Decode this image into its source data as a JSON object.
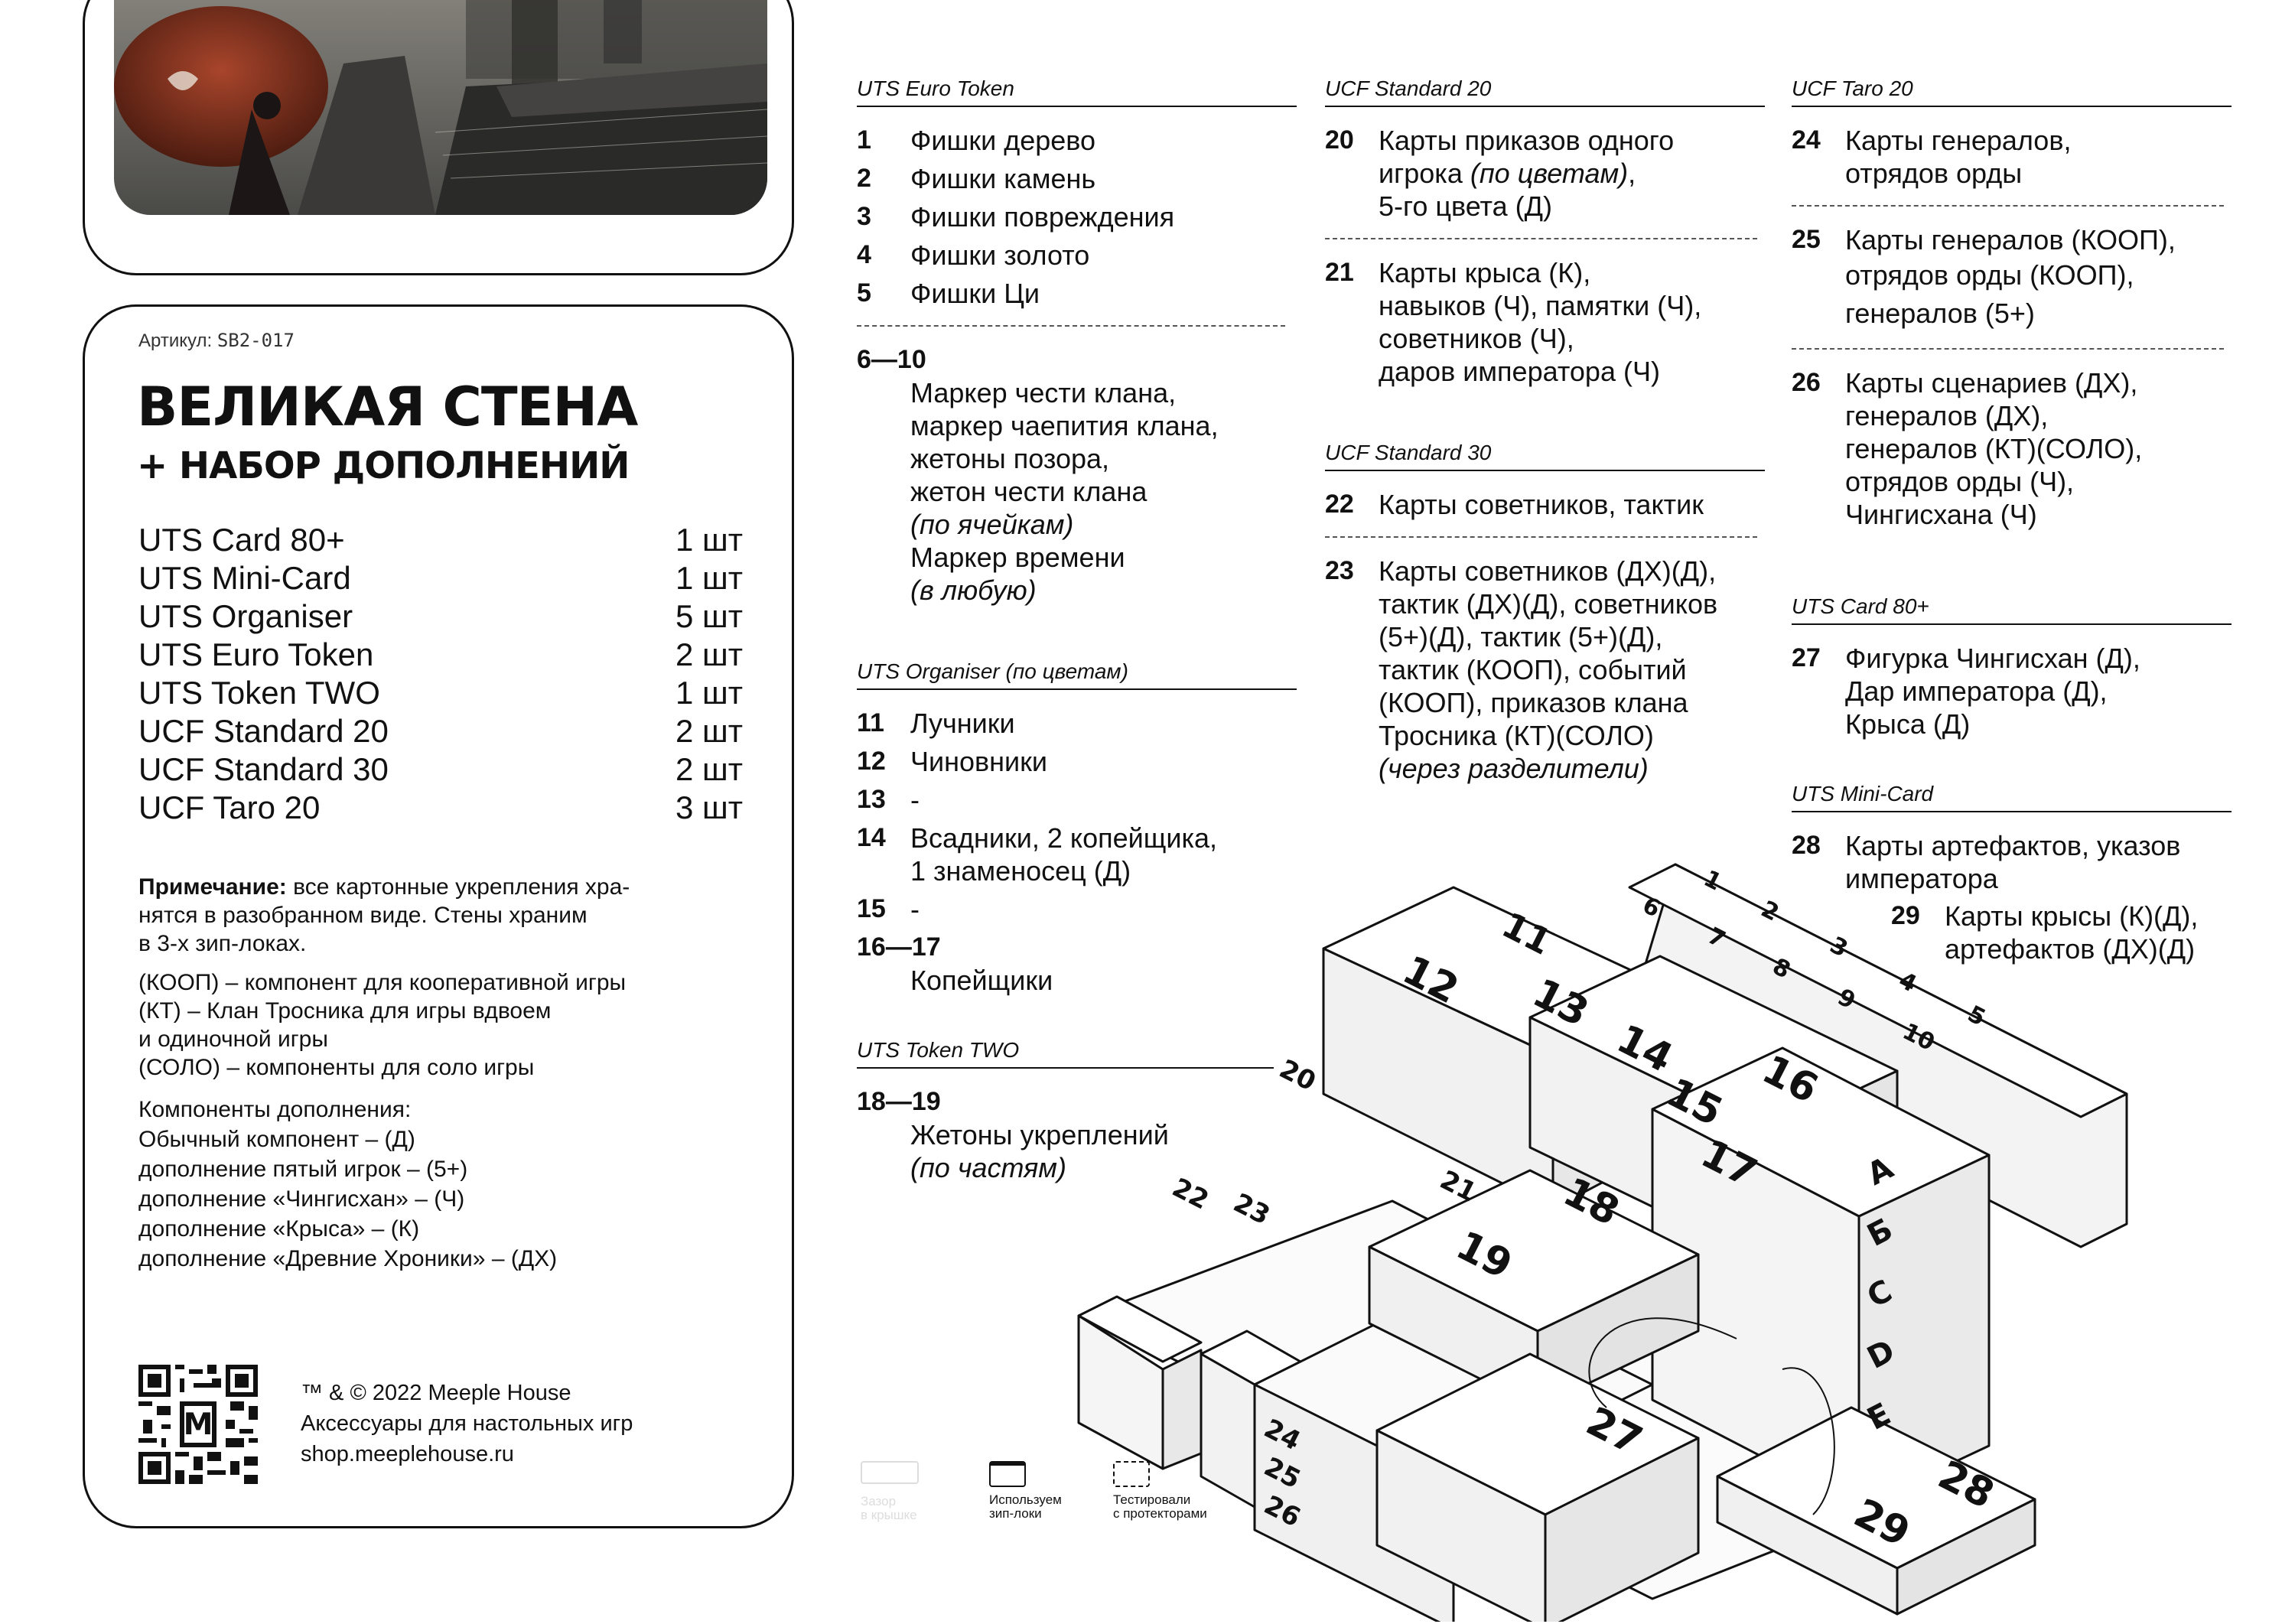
{
  "sku_label": "Артикул:",
  "sku_code": "SB2-017",
  "title_main": "ВЕЛИКАЯ СТЕНА",
  "title_sub": "+ НАБОР ДОПОЛНЕНИЙ",
  "contents": [
    {
      "name": "UTS Card 80+",
      "qty": "1 шт"
    },
    {
      "name": "UTS Mini-Card",
      "qty": "1 шт"
    },
    {
      "name": "UTS Organiser",
      "qty": "5 шт"
    },
    {
      "name": "UTS Euro Token",
      "qty": "2 шт"
    },
    {
      "name": "UTS Token TWO",
      "qty": "1 шт"
    },
    {
      "name": "UCF Standard 20",
      "qty": "2 шт"
    },
    {
      "name": "UCF Standard 30",
      "qty": "2 шт"
    },
    {
      "name": "UCF Taro 20",
      "qty": "3 шт"
    }
  ],
  "note_bold": "Примечание:",
  "note_text": "все картонные укрепления хра-",
  "note_line2": "нятся в разобранном виде. Стены храним",
  "note_line3": "в 3-х зип-локах.",
  "legend": [
    "(КООП) – компонент для кооперативной игры",
    "(КТ) – Клан Тросника для игры вдвоем",
    "и одиночной игры",
    "(СОЛО) – компоненты для соло игры"
  ],
  "addons_title": "Компоненты дополнения:",
  "addons": [
    "Обычный компонент – (Д)",
    "дополнение пятый игрок – (5+)",
    "дополнение «Чингисхан» – (Ч)",
    "дополнение «Крыса» – (К)",
    "дополнение «Древние Хроники» – (ДХ)"
  ],
  "footer": {
    "copyright": "™ & © 2022 Meeple House",
    "tagline": "Аксессуары для настольных игр",
    "site": "shop.meeplehouse.ru"
  },
  "euro_token": {
    "header": "UTS Euro Token",
    "items": [
      {
        "n": "1",
        "t": "Фишки дерево"
      },
      {
        "n": "2",
        "t": "Фишки камень"
      },
      {
        "n": "3",
        "t": "Фишки повреждения"
      },
      {
        "n": "4",
        "t": "Фишки золото"
      },
      {
        "n": "5",
        "t": "Фишки Ци"
      }
    ],
    "range_n": "6—10",
    "range_lines": [
      "Маркер чести клана,",
      "маркер чаепития клана,",
      "жетоны позора,",
      "жетон чести клана"
    ],
    "range_it1": "(по ячейкам)",
    "range_line5": "Маркер времени",
    "range_it2": "(в любую)"
  },
  "organiser": {
    "header": "UTS Organiser (по цветам)",
    "i11n": "11",
    "i11": "Лучники",
    "i12n": "12",
    "i12": "Чиновники",
    "i13n": "13",
    "i13": "-",
    "i14n": "14",
    "i14a": "Всадники, 2 копейщика,",
    "i14b": "1 знаменосец (Д)",
    "i15n": "15",
    "i15": "-",
    "i1617n": "16—17",
    "i1617": "Копейщики"
  },
  "token_two": {
    "header": "UTS Token TWO",
    "n": "18—19",
    "t": "Жетоны укреплений",
    "it": "(по частям)"
  },
  "std20": {
    "header": "UCF Standard 20",
    "i20n": "20",
    "i20a": "Карты приказов одного",
    "i20b": "игрока",
    "i20it": "(по цветам)",
    "i20comma": ",",
    "i20c": "5-го цвета (Д)",
    "i21n": "21",
    "i21": [
      "Карты крыса (К),",
      "навыков (Ч), памятки (Ч),",
      "советников (Ч),",
      "даров императора (Ч)"
    ]
  },
  "std30": {
    "header": "UCF Standard 30",
    "i22n": "22",
    "i22": "Карты советников, тактик",
    "i23n": "23",
    "i23": [
      "Карты советников (ДХ)(Д),",
      "тактик (ДХ)(Д), советников",
      "(5+)(Д), тактик (5+)(Д),",
      "тактик (КООП), событий",
      "(КООП), приказов клана",
      "Тросника (КТ)(СОЛО)"
    ],
    "i23it": "(через разделители)"
  },
  "taro20": {
    "header": "UCF Taro 20",
    "i24n": "24",
    "i24": [
      "Карты генералов,",
      "отрядов орды"
    ],
    "i25n": "25",
    "i25": [
      "Карты генералов (КООП),",
      "отрядов орды (КООП),",
      "генералов (5+)"
    ],
    "i26n": "26",
    "i26": [
      "Карты сценариев (ДХ),",
      "генералов (ДХ),",
      "генералов (КТ)(СОЛО),",
      "отрядов орды (Ч),",
      "Чингисхана (Ч)"
    ]
  },
  "card80": {
    "header": "UTS Card 80+",
    "i27n": "27",
    "i27": [
      "Фигурка Чингисхан (Д),",
      "Дар императора (Д),",
      "Крыса (Д)"
    ]
  },
  "minicard": {
    "header": "UTS Mini-Card",
    "i28n": "28",
    "i28": [
      "Карты артефактов, указов",
      "императора"
    ],
    "i29n": "29",
    "i29": [
      "Карты крысы (К)(Д),",
      "артефактов (ДХ)(Д)"
    ]
  },
  "icons": {
    "faded1": "Зазор",
    "faded2": "в крышке",
    "zip1": "Используем",
    "zip2": "зип-локи",
    "prot1": "Тестировали",
    "prot2": "с протекторами"
  },
  "diagram_labels": [
    "1",
    "2",
    "3",
    "4",
    "5",
    "6",
    "7",
    "8",
    "9",
    "10",
    "11",
    "12",
    "13",
    "14",
    "15",
    "16",
    "17",
    "18",
    "19",
    "20",
    "21",
    "22",
    "23",
    "24",
    "25",
    "26",
    "27",
    "28",
    "29",
    "A",
    "Б",
    "C",
    "D",
    "E"
  ],
  "qr_letter": "M"
}
